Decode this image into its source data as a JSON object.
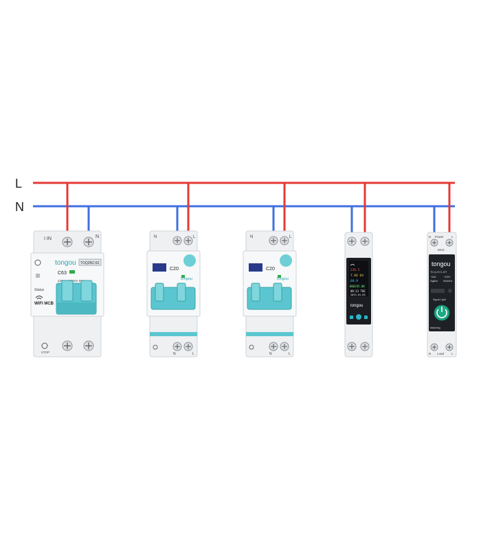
{
  "bus": {
    "line_label": "L",
    "neutral_label": "N",
    "line_color": "#e53935",
    "neutral_color": "#3f6fe0"
  },
  "wifi_mcb": {
    "brand": "tongou",
    "top_label": "I  IN",
    "top_label_n": "N",
    "rating": "C63",
    "model": "TOQ2BZ-63",
    "spec": "230V~ 10000A 50Hz",
    "status": "Status",
    "wifi_title": "WIFI MCB",
    "bottom_label": "STOP"
  },
  "rcbo_a": {
    "top_n": "N",
    "top_l": "L",
    "rating": "C20",
    "brand": "tongou",
    "bottom_n": "N",
    "bottom_l": "L"
  },
  "rcbo_b": {
    "top_n": "N",
    "top_l": "L",
    "rating": "C20",
    "brand": "tongou",
    "bottom_n": "N",
    "bottom_l": "L"
  },
  "energy_meter": {
    "brand": "tongou",
    "readings": [
      "236.5",
      "7.66 64",
      "69.9",
      "006245.00"
    ],
    "time": "08:13  TUE",
    "date": "2023-01-03"
  },
  "switch": {
    "top_n": "N",
    "top_power": "Power",
    "top_l": "L",
    "label": "MAX",
    "brand": "tongou",
    "model": "TO-Q-SY2-JZT",
    "current": "~63A",
    "voltage": "~230V",
    "protocol": "ZigBee",
    "freq": "50/60Hz",
    "signal": "Signal Light",
    "matching": "Matching",
    "bottom_n": "N",
    "bottom_load": "Load",
    "bottom_l": "L"
  }
}
